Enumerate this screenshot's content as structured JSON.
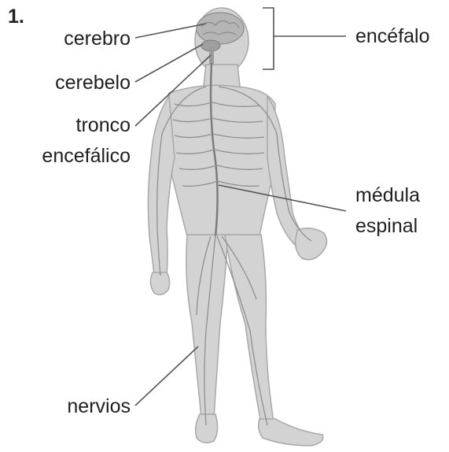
{
  "figure": {
    "number": "1.",
    "labels": {
      "cerebro": "cerebro",
      "cerebelo": "cerebelo",
      "tronco_line1": "tronco",
      "tronco_line2": "encefálico",
      "nervios": "nervios",
      "encefalo": "encéfalo",
      "medula_line1": "médula",
      "medula_line2": "espinal"
    }
  },
  "colors": {
    "text": "#1f1f1f",
    "leader_line": "#555555",
    "body_fill": "#d3d3d3",
    "body_outline": "#a8a8a8",
    "nerve": "#8f8f8f",
    "brain": "#b5b5b5"
  }
}
